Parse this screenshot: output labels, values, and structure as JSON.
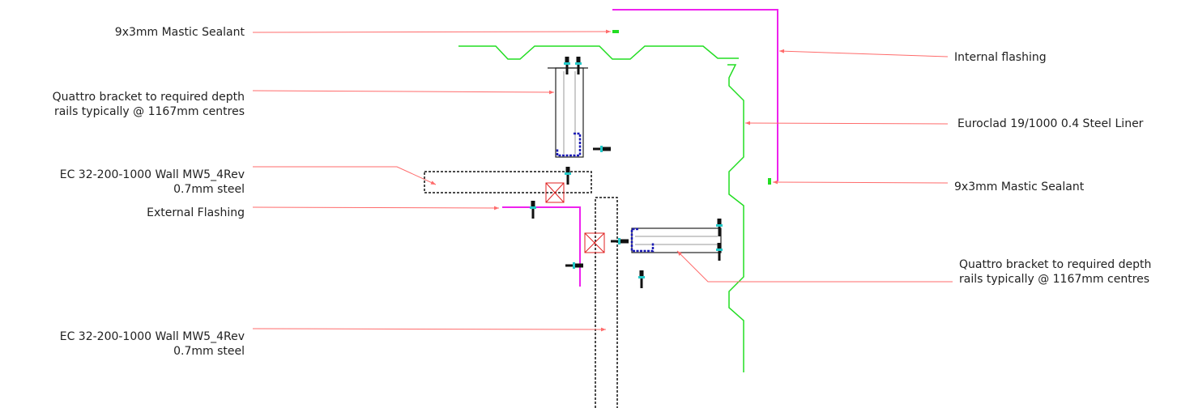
{
  "labels": {
    "mastic_top": "9x3mm Mastic Sealant",
    "quattro_top_line1": "Quattro bracket to required depth",
    "quattro_top_line2": "rails typically @ 1167mm centres",
    "wall_top_line1": "EC 32-200-1000 Wall MW5_4Rev",
    "wall_top_line2": "0.7mm steel",
    "external_flashing": "External Flashing",
    "wall_bottom_line1": "EC 32-200-1000 Wall MW5_4Rev",
    "wall_bottom_line2": "0.7mm steel",
    "internal_flashing": "Internal flashing",
    "liner": "Euroclad 19/1000 0.4 Steel Liner",
    "mastic_right": "9x3mm Mastic Sealant",
    "quattro_right_line1": "Quattro bracket to required depth",
    "quattro_right_line2": "rails typically @ 1167mm centres"
  },
  "colors": {
    "liner_sheet": "#22dd22",
    "flashing": "#ee22ee",
    "leader": "#ff6b6b",
    "bracket": "#1b1bb5",
    "fixing_head": "#22c8c8",
    "spacer_cross": "#e02020",
    "text": "#222222"
  }
}
